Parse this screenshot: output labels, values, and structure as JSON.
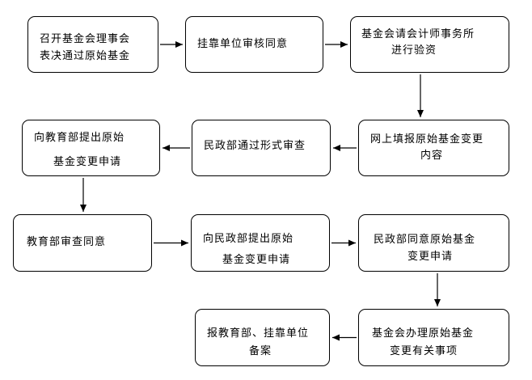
{
  "steps": [
    {
      "id": "s1",
      "lines": [
        "召开基金会理事会",
        "表决通过原始基金"
      ]
    },
    {
      "id": "s2",
      "lines": [
        "挂靠单位审核同意"
      ]
    },
    {
      "id": "s3",
      "lines": [
        "基金会请会计师事务所",
        "进行验资"
      ]
    },
    {
      "id": "s4",
      "lines": [
        "网上填报原始基金变更",
        "内容"
      ]
    },
    {
      "id": "s5",
      "lines": [
        "民政部通过形式审查"
      ]
    },
    {
      "id": "s6",
      "lines": [
        "向教育部提出原始",
        "基金变更申请"
      ]
    },
    {
      "id": "s7",
      "lines": [
        "教育部审查同意"
      ]
    },
    {
      "id": "s8",
      "lines": [
        "向民政部提出原始",
        "基金变更申请"
      ]
    },
    {
      "id": "s9",
      "lines": [
        "民政部同意原始基金",
        "变更申请"
      ]
    },
    {
      "id": "s10",
      "lines": [
        "基金会办理原始基金",
        "变更有关事项"
      ]
    },
    {
      "id": "s11",
      "lines": [
        "报教育部、挂靠单位",
        "备案"
      ]
    }
  ],
  "flow": [
    [
      "s1",
      "s2"
    ],
    [
      "s2",
      "s3"
    ],
    [
      "s3",
      "s4"
    ],
    [
      "s4",
      "s5"
    ],
    [
      "s5",
      "s6"
    ],
    [
      "s6",
      "s7"
    ],
    [
      "s7",
      "s8"
    ],
    [
      "s8",
      "s9"
    ],
    [
      "s9",
      "s10"
    ],
    [
      "s10",
      "s11"
    ]
  ]
}
